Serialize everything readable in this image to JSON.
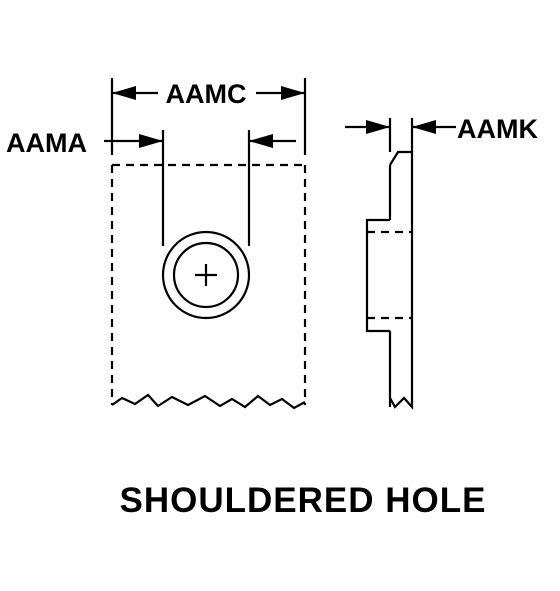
{
  "labels": {
    "aamc": "AAMC",
    "aama": "AAMA",
    "aamk": "AAMK"
  },
  "caption": "SHOULDERED HOLE"
}
